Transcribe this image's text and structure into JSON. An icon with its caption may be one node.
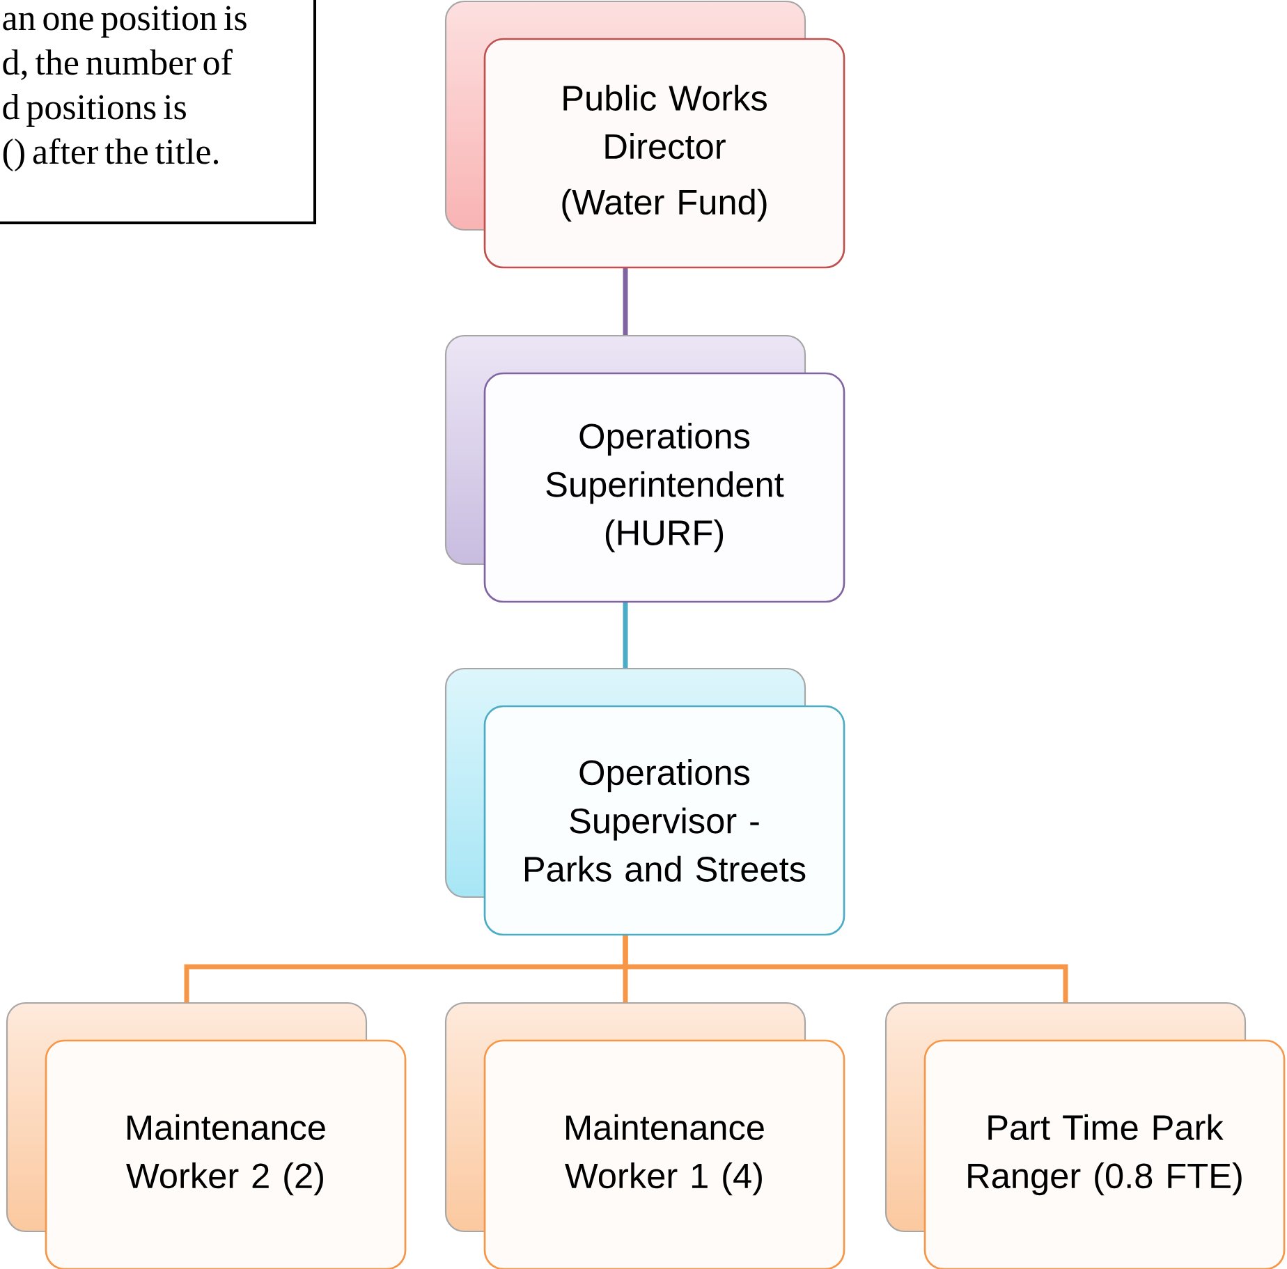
{
  "diagram": {
    "nodes": [
      {
        "text": [
          "an one position is d, the number of d positions is () after the title."
        ]
      },
      {
        "text": [
          "Public Works Director",
          "(Water Fund)"
        ]
      },
      {
        "text": [
          "Operations Superintendent (HURF)"
        ]
      },
      {
        "text": [
          "Operations Supervisor - Parks and Streets"
        ]
      },
      {
        "text": [
          "Maintenance Worker 2 (2)"
        ]
      },
      {
        "text": [
          "Maintenance Worker 1 (4)"
        ]
      },
      {
        "text": [
          "Part Time Park Ranger (0.8 FTE)"
        ]
      }
    ],
    "edges": [
      {
        "from": 1,
        "to": 2,
        "arrow": "none",
        "color": "#8064a2"
      },
      {
        "from": 2,
        "to": 3,
        "arrow": "none",
        "color": "#4bacc6"
      },
      {
        "from": 3,
        "to": 4,
        "arrow": "none",
        "color": "#f79646"
      },
      {
        "from": 3,
        "to": 5,
        "arrow": "none",
        "color": "#f79646"
      },
      {
        "from": 3,
        "to": 6,
        "arrow": "none",
        "color": "#f79646"
      }
    ]
  }
}
